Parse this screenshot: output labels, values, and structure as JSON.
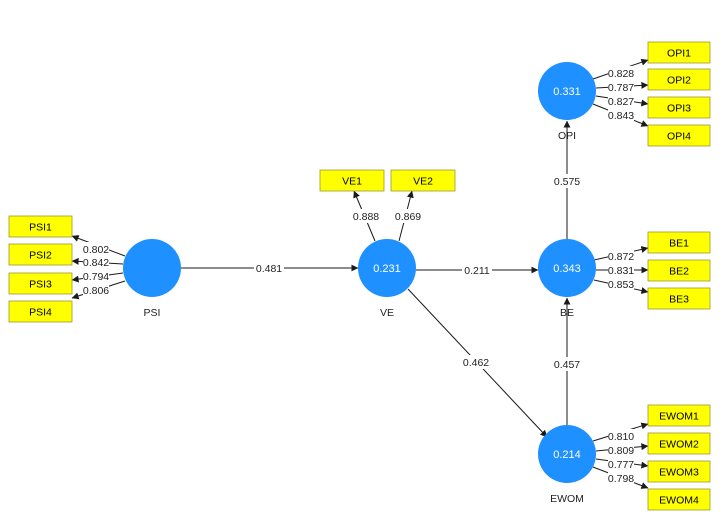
{
  "colors": {
    "construct_fill": "#1E90FF",
    "indicator_fill": "#FFFF00",
    "indicator_border": "#9A9A3A",
    "line": "#1a1a1a",
    "label_bg": "#ffffff"
  },
  "constructs": [
    {
      "id": "PSI",
      "name": "PSI",
      "r2": ""
    },
    {
      "id": "VE",
      "name": "VE",
      "r2": "0.231"
    },
    {
      "id": "BE",
      "name": "BE",
      "r2": "0.343"
    },
    {
      "id": "OPI",
      "name": "OPI",
      "r2": "0.331"
    },
    {
      "id": "EWOM",
      "name": "EWOM",
      "r2": "0.214"
    }
  ],
  "indicators": [
    {
      "id": "PSI1",
      "construct": "PSI",
      "loading": "0.802"
    },
    {
      "id": "PSI2",
      "construct": "PSI",
      "loading": "0.842"
    },
    {
      "id": "PSI3",
      "construct": "PSI",
      "loading": "0.794"
    },
    {
      "id": "PSI4",
      "construct": "PSI",
      "loading": "0.806"
    },
    {
      "id": "VE1",
      "construct": "VE",
      "loading": "0.888"
    },
    {
      "id": "VE2",
      "construct": "VE",
      "loading": "0.869"
    },
    {
      "id": "OPI1",
      "construct": "OPI",
      "loading": "0.828"
    },
    {
      "id": "OPI2",
      "construct": "OPI",
      "loading": "0.787"
    },
    {
      "id": "OPI3",
      "construct": "OPI",
      "loading": "0.827"
    },
    {
      "id": "OPI4",
      "construct": "OPI",
      "loading": "0.843"
    },
    {
      "id": "BE1",
      "construct": "BE",
      "loading": "0.872"
    },
    {
      "id": "BE2",
      "construct": "BE",
      "loading": "0.831"
    },
    {
      "id": "BE3",
      "construct": "BE",
      "loading": "0.853"
    },
    {
      "id": "EWOM1",
      "construct": "EWOM",
      "loading": "0.810"
    },
    {
      "id": "EWOM2",
      "construct": "EWOM",
      "loading": "0.809"
    },
    {
      "id": "EWOM3",
      "construct": "EWOM",
      "loading": "0.777"
    },
    {
      "id": "EWOM4",
      "construct": "EWOM",
      "loading": "0.798"
    }
  ],
  "paths": [
    {
      "from": "PSI",
      "to": "VE",
      "coef": "0.481"
    },
    {
      "from": "VE",
      "to": "BE",
      "coef": "0.211"
    },
    {
      "from": "VE",
      "to": "EWOM",
      "coef": "0.462"
    },
    {
      "from": "EWOM",
      "to": "BE",
      "coef": "0.457"
    },
    {
      "from": "BE",
      "to": "OPI",
      "coef": "0.575"
    }
  ]
}
